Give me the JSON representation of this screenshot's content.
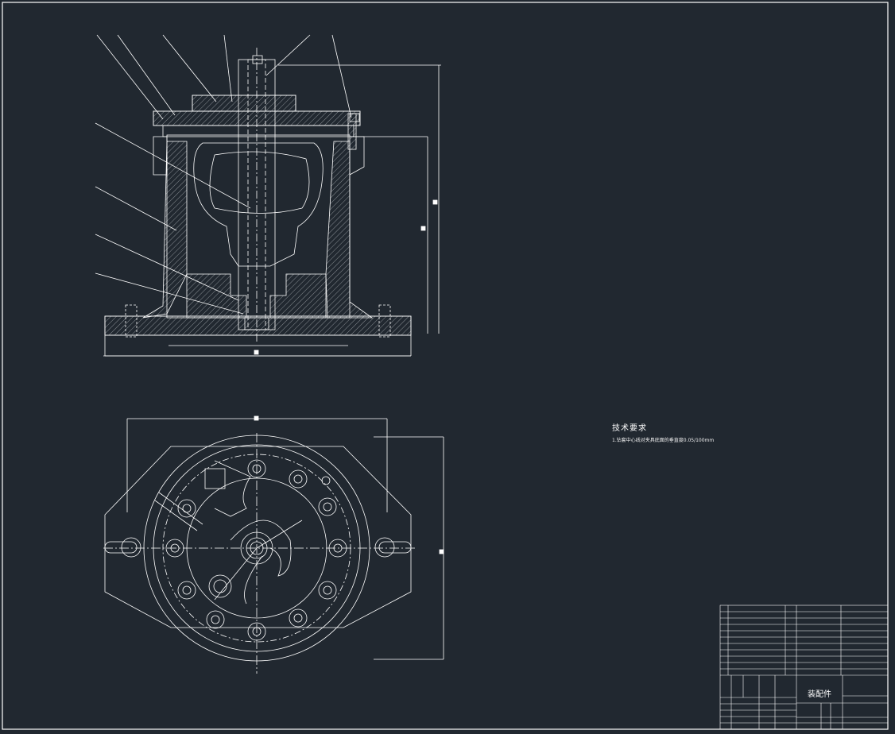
{
  "drawing": {
    "background": "#212830",
    "line_color": "#ffffff",
    "technical_requirements": {
      "title": "技术要求",
      "line1": "1.钻套中心线对夹具底面的垂直度0.05/100mm"
    },
    "title_block": {
      "drawing_name": "装配件"
    }
  }
}
